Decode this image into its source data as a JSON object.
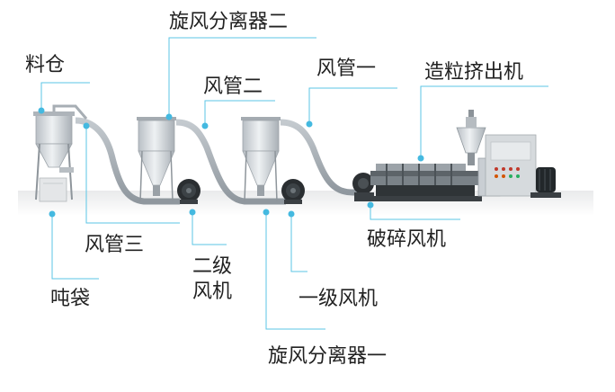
{
  "labels": {
    "cyclone_2": "旋风分离器二",
    "hopper": "料仓",
    "air_pipe_2": "风管二",
    "air_pipe_1": "风管一",
    "extruder": "造粒挤出机",
    "air_pipe_3": "风管三",
    "crush_fan": "破碎风机",
    "fan_2_line1": "二级",
    "fan_2_line2": "风机",
    "fan_1": "一级风机",
    "ton_bag": "吨袋",
    "cyclone_1": "旋风分离器一"
  },
  "colors": {
    "leader": "#5bc6e6",
    "dot": "#44b9e0",
    "pipe": "#9aa3aa",
    "steel": "#c9ced3",
    "dark_steel": "#2f3437"
  }
}
